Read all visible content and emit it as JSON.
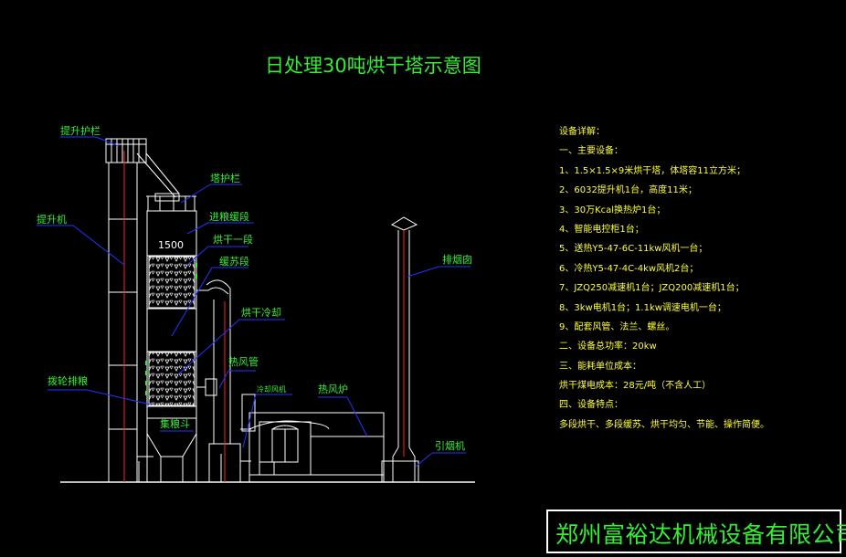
{
  "title": "日处理30吨烘干塔示意图",
  "labels": {
    "elevator_guard": "提升护栏",
    "elevator": "提升机",
    "tower_guard": "塔护栏",
    "feed_section": "进粮缓段",
    "dimension": "1500",
    "dry_section_1": "烘干一段",
    "tempering_section": "缓苏段",
    "dry_cooling_section": "烘干冷却",
    "hot_air_pipe": "热风管",
    "rotary_discharge": "拨轮排粮",
    "cooling_fan": "冷却风机",
    "hot_air_furnace": "热风炉",
    "grain_hopper": "集粮斗",
    "chimney": "排烟囱",
    "induced_fan": "引烟机"
  },
  "specs": [
    "设备详解：",
    "一、主要设备：",
    "1、1.5×1.5×9米烘干塔，体塔容11立方米；",
    "2、6032提升机1台，高度11米；",
    "3、30万Kcal换热炉1台；",
    "4、智能电控柜1台；",
    "5、送热Y5-47-6C-11kw风机一台；",
    "6、冷热Y5-47-4C-4kw风机2台；",
    "7、JZQ250减速机1台；JZQ200减速机1台；",
    "8、3kw电机1台；1.1kw调速电机一台；",
    "9、配套风管、法兰、螺丝。",
    "二、设备总功率：20kw",
    "三、能耗单位成本：",
    "烘干煤电成本：28元/吨（不含人工）",
    "四、设备特点：",
    "多段烘干、多段缓苏、烘干均匀、节能、操作简便。"
  ],
  "company": "郑州富裕达机械设备有限公司",
  "colors": {
    "background": "#000000",
    "structure": "#ffffff",
    "label_text": "#33ee33",
    "leader_line": "#2233ff",
    "centerline": "#ff2222",
    "spec_text": "#ffff33"
  }
}
